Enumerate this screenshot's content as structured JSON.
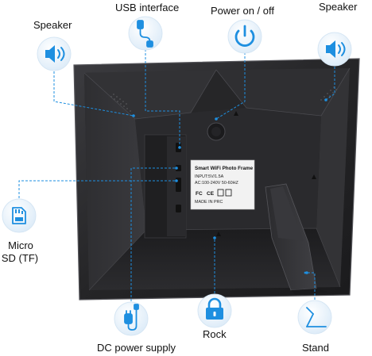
{
  "labels": {
    "speaker_left": "Speaker",
    "usb": "USB interface",
    "power": "Power on / off",
    "speaker_right": "Speaker",
    "micro_sd_line1": "Micro",
    "micro_sd_line2": "SD (TF)",
    "dc_power": "DC power supply",
    "rock": "Rock",
    "stand": "Stand"
  },
  "sticker": {
    "line1": "Smart WiFi Photo Frame",
    "line2": "INPUT:5V/1.5A",
    "line3": "AC:100-240V  50-60HZ",
    "line4": "MADE IN PRC"
  },
  "icons": {
    "speaker_left": "speaker-icon",
    "usb": "usb-cable-icon",
    "power": "power-icon",
    "speaker_right": "speaker-icon",
    "micro_sd": "sd-card-icon",
    "dc_power": "dc-plug-icon",
    "rock": "lock-icon",
    "stand": "stand-icon"
  },
  "colors": {
    "accent": "#1e8fe0",
    "frame": "#2a2a2c",
    "frame_edge": "#4a4a4e",
    "icon_circle": "#eef6fd"
  }
}
